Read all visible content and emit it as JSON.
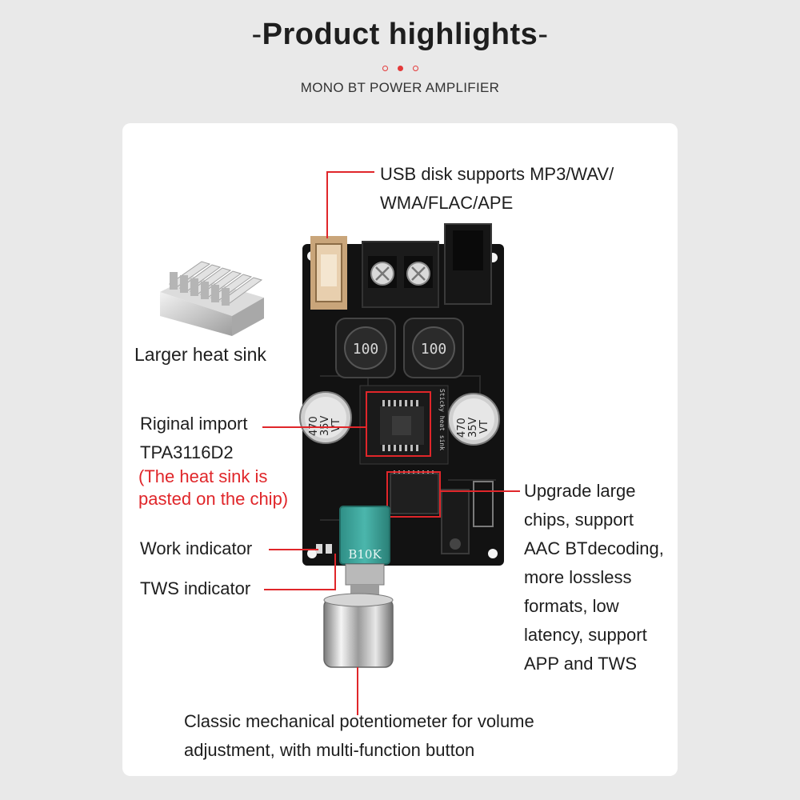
{
  "header": {
    "title": "Product highlights",
    "subtitle": "MONO BT POWER AMPLIFIER"
  },
  "callouts": {
    "usb": [
      "USB disk supports MP3/WAV/",
      "WMA/FLAC/APE"
    ],
    "heat_sink": "Larger heat sink",
    "chip": [
      "Riginal import",
      "TPA3116D2"
    ],
    "chip_note": [
      "(The heat sink is",
      "pasted on the chip)"
    ],
    "upgrade": [
      "Upgrade large",
      "chips, support",
      "AAC BTdecoding,",
      "more lossless",
      "formats, low",
      "latency, support",
      "APP and TWS"
    ],
    "work_indicator": "Work indicator",
    "tws_indicator": "TWS indicator",
    "potentiometer": [
      "Classic mechanical potentiometer for volume",
      "adjustment, with multi-function button"
    ]
  },
  "board": {
    "inductor_label": "100",
    "capacitor_label_1": "470",
    "capacitor_label_2": "35V",
    "capacitor_label_3": "VT",
    "pot_label": "B10K",
    "heatsink_text": "Sticky heat sink"
  },
  "colors": {
    "accent": "#e0262a",
    "pcb": "#121212",
    "pot": "#3aa39a"
  }
}
